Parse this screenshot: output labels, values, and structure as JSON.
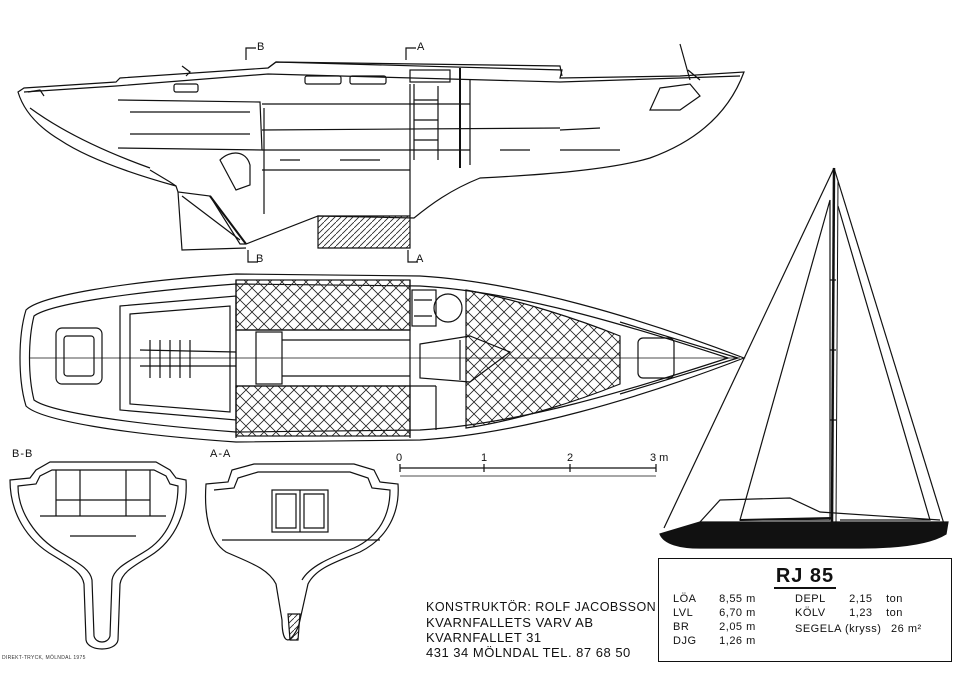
{
  "sections": {
    "bb_top": "B",
    "bb_bottom": "B",
    "aa_top": "A",
    "aa_bottom": "A",
    "bb_view": "B-B",
    "aa_view": "A-A"
  },
  "scale": {
    "t0": "0",
    "t1": "1",
    "t2": "2",
    "t3": "3 m"
  },
  "builder": {
    "line1": "KONSTRUKTÖR: ROLF JACOBSSON",
    "line2": "KVARNFALLETS VARV AB",
    "line3": "KVARNFALLET 31",
    "line4": "431 34 MÖLNDAL TEL. 87 68 50"
  },
  "print_note": "DIREKT-TRYCK, MÖLNDAL 1975",
  "specs": {
    "title": "RJ 85",
    "left": [
      {
        "label": "LÖA",
        "value": "8,55",
        "unit": "m"
      },
      {
        "label": "LVL",
        "value": "6,70",
        "unit": "m"
      },
      {
        "label": "BR",
        "value": "2,05",
        "unit": "m"
      },
      {
        "label": "DJG",
        "value": "1,26",
        "unit": "m"
      }
    ],
    "right": [
      {
        "label": "DEPL",
        "value": "2,15",
        "unit": "ton"
      },
      {
        "label": "KÖLV",
        "value": "1,23",
        "unit": "ton"
      },
      {
        "label": "SEGELA (kryss)",
        "value": "26 m²",
        "unit": ""
      }
    ]
  }
}
